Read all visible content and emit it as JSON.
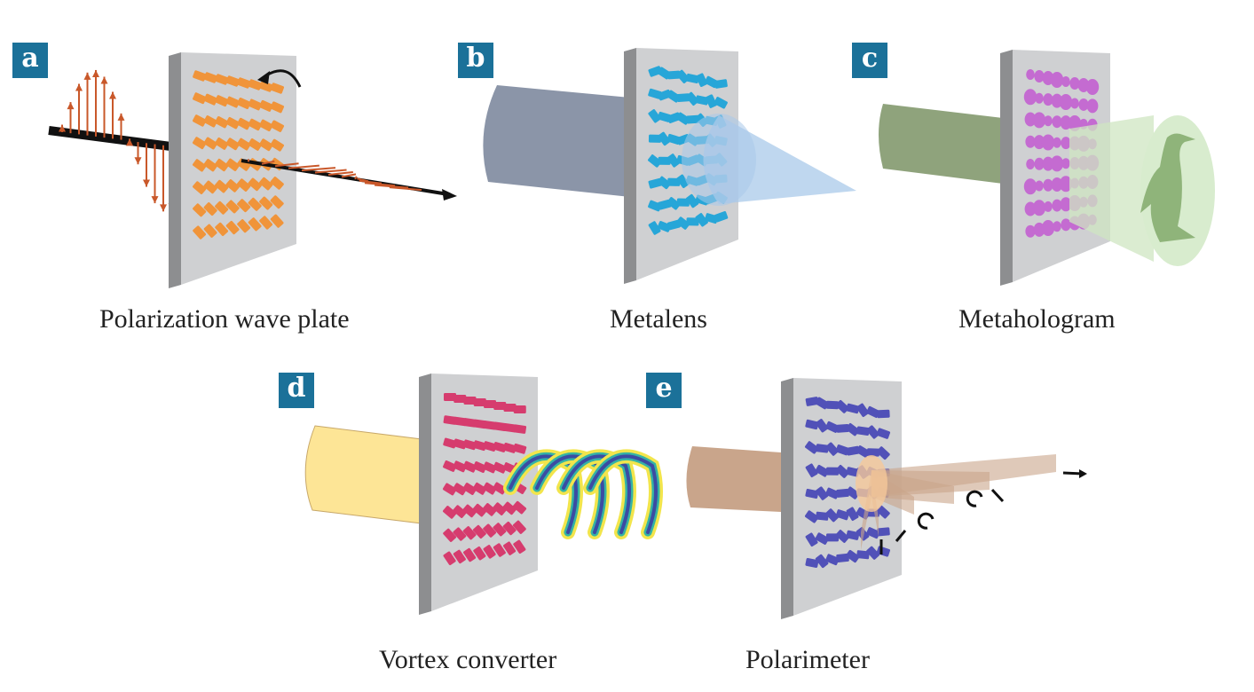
{
  "figure": {
    "panels": [
      {
        "id": "a",
        "label": "a",
        "caption": "Polarization wave plate",
        "element_color": "#f0943a",
        "beam_color": "#111111",
        "arrow_color": "#c9582a"
      },
      {
        "id": "b",
        "label": "b",
        "caption": "Metalens",
        "element_color": "#27a6d8",
        "beam_color": "#8b95a8",
        "focus_color": "#a9c9ea"
      },
      {
        "id": "c",
        "label": "c",
        "caption": "Metahologram",
        "element_color": "#c46bd1",
        "beam_color": "#8fa37c",
        "image_color": "#cfe6c2",
        "image_subject": "penguin"
      },
      {
        "id": "d",
        "label": "d",
        "caption": "Vortex converter",
        "element_color": "#d63c6e",
        "beam_color": "#fde596",
        "vortex_colors": [
          "#f2e54c",
          "#34b3a6",
          "#3c4ba2"
        ]
      },
      {
        "id": "e",
        "label": "e",
        "caption": "Polarimeter",
        "element_color": "#5151b8",
        "beam_color": "#c9a58b"
      }
    ],
    "plate_color": "#cfd0d2",
    "plate_edge_color": "#8d8e90",
    "badge_color": "#1b7199"
  }
}
